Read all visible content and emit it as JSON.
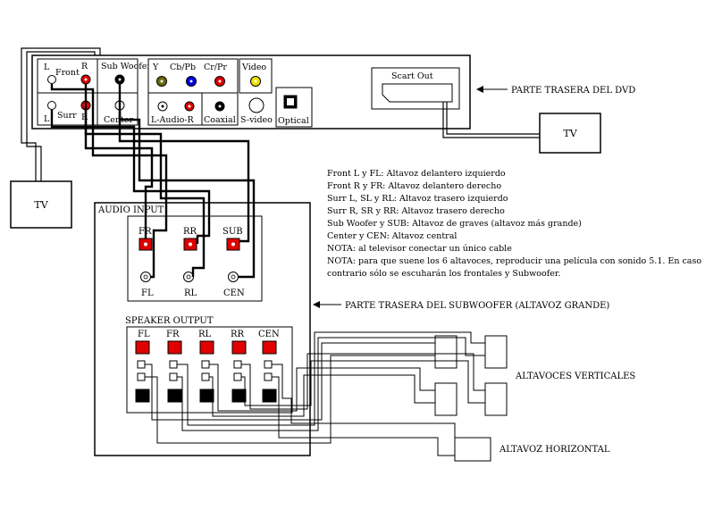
{
  "colors": {
    "red": "#e00000",
    "yellow": "#f0e000",
    "blue": "#0000e0",
    "olive": "#6b6b10",
    "black": "#000000",
    "white": "#ffffff"
  },
  "tv_left": "TV",
  "tv_right": "TV",
  "dvd": {
    "caption": "PARTE TRASERA DEL DVD",
    "front_label": "Front",
    "front_l": "L",
    "front_r": "R",
    "surr_label": "Surr",
    "surr_l": "L",
    "surr_r": "R",
    "subwoofer": "Sub Woofer",
    "center": "Center",
    "y": "Y",
    "cb_pb": "Cb/Pb",
    "cr_pr": "Cr/Pr",
    "video": "Video",
    "l_audio_r": "L-Audio-R",
    "coaxial": "Coaxial",
    "s_video": "S-video",
    "optical": "Optical",
    "scart_out": "Scart Out"
  },
  "notes": [
    "Front L y FL: Altavoz delantero izquierdo",
    "Front R y FR: Altavoz delantero derecho",
    "Surr L, SL y RL: Altavoz trasero izquierdo",
    "Surr R, SR y RR: Altavoz trasero derecho",
    "Sub Woofer y SUB: Altavoz de graves (altavoz más grande)",
    "Center y CEN: Altavoz central",
    "NOTA: al televisor conectar un único cable",
    "NOTA: para que suene los 6 altavoces, reproducir una película con sonido 5.1. En caso",
    "contrario sólo se escuharán los frontales y Subwoofer."
  ],
  "subwoofer": {
    "caption": "PARTE TRASERA DEL SUBWOOFER (ALTAVOZ GRANDE)",
    "audio_input": "AUDIO INPUT",
    "inputs_top": [
      "FR",
      "RR",
      "SUB"
    ],
    "inputs_bottom": [
      "FL",
      "RL",
      "CEN"
    ],
    "speaker_output": "SPEAKER OUTPUT",
    "outputs": [
      "FL",
      "FR",
      "RL",
      "RR",
      "CEN"
    ]
  },
  "speakers_vertical": "ALTAVOCES VERTICALES",
  "speaker_horizontal": "ALTAVOZ HORIZONTAL"
}
